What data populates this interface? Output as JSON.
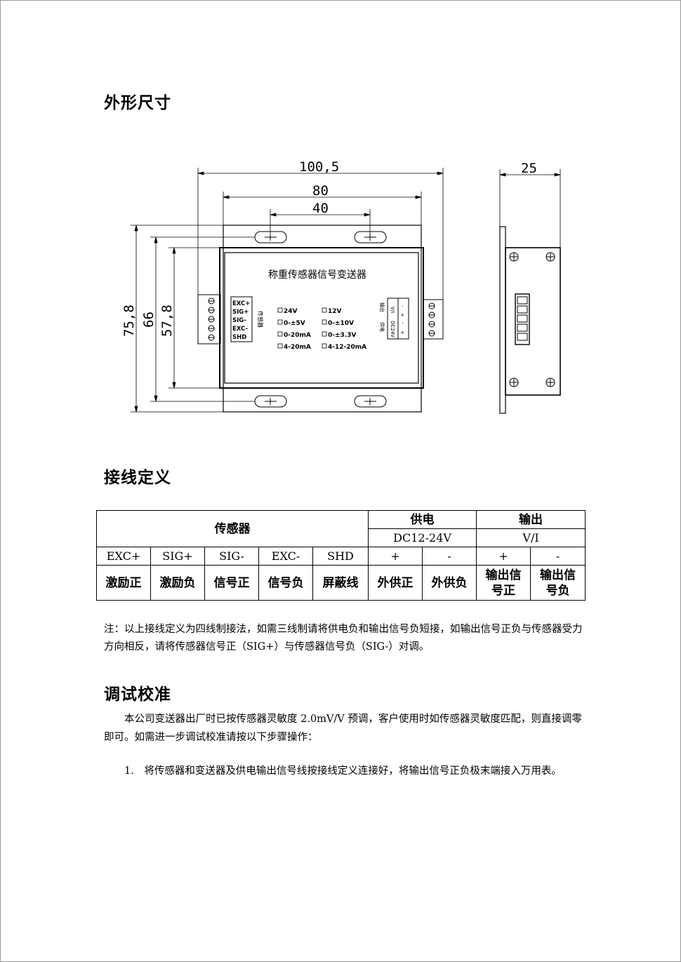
{
  "headings": {
    "dimensions": "外形尺寸",
    "wiring": "接线定义",
    "calibration": "调试校准"
  },
  "drawing": {
    "dims": {
      "total_width": "100,5",
      "inner_width": "80",
      "hole_spacing": "40",
      "depth": "25",
      "total_height": "75,8",
      "mid_height": "66",
      "inner_height": "57,8"
    },
    "panel_title": "称重传感器信号变送器",
    "sensor_terminals": [
      "EXC+",
      "SIG+",
      "SIG-",
      "EXC-",
      "SHD"
    ],
    "sensor_label": "传感器",
    "options_left": [
      "24V",
      "0-±5V",
      "0-20mA",
      "4-20mA"
    ],
    "options_right": [
      "12V",
      "0-±10V",
      "0-±3.3V",
      "4-12-20mA"
    ],
    "output_label": "输出",
    "output_vi": "V/I",
    "power_label": "供电",
    "power_dc": "DC24V",
    "pm": [
      "-",
      "+",
      "-",
      "+"
    ]
  },
  "wiring_table": {
    "sensor_header": "传感器",
    "power_header": "供电",
    "output_header": "输出",
    "power_spec": "DC12-24V",
    "output_spec": "V/I",
    "terminals": [
      "EXC+",
      "SIG+",
      "SIG-",
      "EXC-",
      "SHD",
      "+",
      "-",
      "+",
      "-"
    ],
    "meanings": [
      "激励正",
      "激励负",
      "信号正",
      "信号负",
      "屏蔽线",
      "外供正",
      "外供负",
      "输出信号正",
      "输出信号负"
    ]
  },
  "note": "注：以上接线定义为四线制接法，如需三线制请将供电负和输出信号负短接，如输出信号正负与传感器受力方向相反，请将传感器信号正（SIG+）与传感器信号负（SIG-）对调。",
  "calibration": {
    "intro": "本公司变送器出厂时已按传感器灵敏度 2.0mV/V 预调，客户使用时如传感器灵敏度匹配，则直接调零即可。如需进一步调试校准请按以下步骤操作：",
    "step1": "1.　将传感器和变送器及供电输出信号线按接线定义连接好，将输出信号正负极末端接入万用表。"
  }
}
